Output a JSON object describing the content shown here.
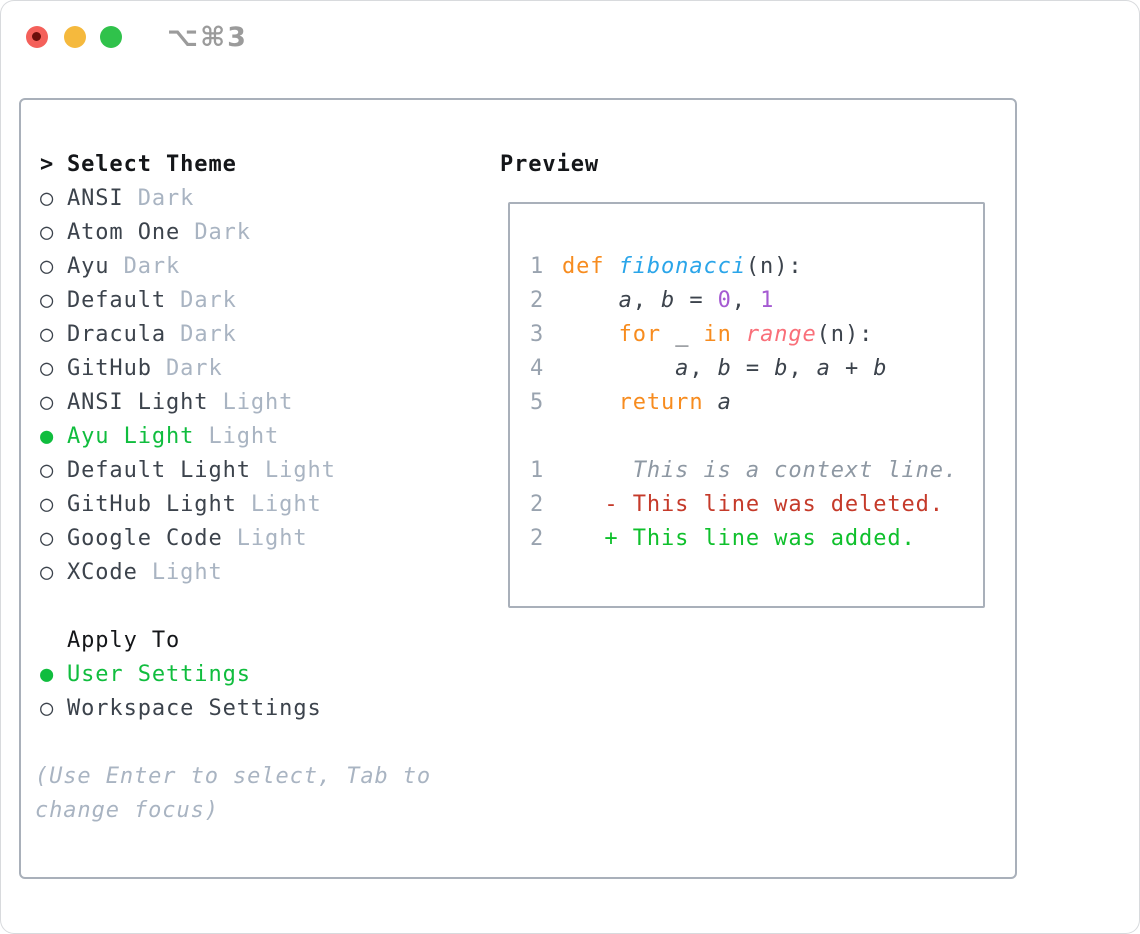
{
  "window": {
    "title": "⌥⌘3",
    "traffic_lights": [
      "close",
      "minimize",
      "maximize"
    ]
  },
  "colors": {
    "traffic_red": "#f4605a",
    "traffic_red_dot": "#6b0f0b",
    "traffic_yellow": "#f5b93d",
    "traffic_green": "#30c24b",
    "title_gray": "#9b9b9b",
    "border_gray": "#a9b0ba",
    "header_black": "#141619",
    "text_dark": "#3c434c",
    "suffix_gray": "#a9b4c2",
    "accent_green": "#10bd3e",
    "linenum_gray": "#99a3af",
    "ctx_gray": "#8e98a3",
    "del_red": "#c53a2a",
    "add_green": "#0fc02c",
    "kw_orange": "#f78c1f",
    "fn_blue": "#2aa5e9",
    "lit_purple": "#a55ad2",
    "call_coral": "#f96f79"
  },
  "sidebar": {
    "header": {
      "marker": ">",
      "label": "Select Theme"
    },
    "themes": [
      {
        "name": "ANSI",
        "variant": "Dark",
        "selected": false
      },
      {
        "name": "Atom One",
        "variant": "Dark",
        "selected": false
      },
      {
        "name": "Ayu",
        "variant": "Dark",
        "selected": false
      },
      {
        "name": "Default",
        "variant": "Dark",
        "selected": false
      },
      {
        "name": "Dracula",
        "variant": "Dark",
        "selected": false
      },
      {
        "name": "GitHub",
        "variant": "Dark",
        "selected": false
      },
      {
        "name": "ANSI Light",
        "variant": "Light",
        "selected": false
      },
      {
        "name": "Ayu Light",
        "variant": "Light",
        "selected": true
      },
      {
        "name": "Default Light",
        "variant": "Light",
        "selected": false
      },
      {
        "name": "GitHub Light",
        "variant": "Light",
        "selected": false
      },
      {
        "name": "Google Code",
        "variant": "Light",
        "selected": false
      },
      {
        "name": "XCode",
        "variant": "Light",
        "selected": false
      }
    ],
    "markers": {
      "unselected": "○",
      "selected": "●"
    },
    "apply_to": {
      "label": "Apply To",
      "options": [
        {
          "name": "User Settings",
          "selected": true
        },
        {
          "name": "Workspace Settings",
          "selected": false
        }
      ]
    },
    "hint": "(Use Enter to select, Tab to\nchange focus)"
  },
  "preview": {
    "title": "Preview",
    "lines": [
      {
        "num": "1",
        "tokens": [
          [
            "def ",
            "kw"
          ],
          [
            "fibonacci",
            "fn"
          ],
          [
            "(n):",
            "pl"
          ]
        ]
      },
      {
        "num": "2",
        "tokens": [
          [
            "    ",
            "pl"
          ],
          [
            "a",
            "var"
          ],
          [
            ", ",
            "pl"
          ],
          [
            "b",
            "var"
          ],
          [
            " = ",
            "pl"
          ],
          [
            "0",
            "lit"
          ],
          [
            ", ",
            "pl"
          ],
          [
            "1",
            "lit"
          ]
        ]
      },
      {
        "num": "3",
        "tokens": [
          [
            "    ",
            "pl"
          ],
          [
            "for ",
            "kw"
          ],
          [
            "_ ",
            "pl"
          ],
          [
            "in ",
            "kw"
          ],
          [
            "range",
            "call"
          ],
          [
            "(n):",
            "pl"
          ]
        ]
      },
      {
        "num": "4",
        "tokens": [
          [
            "        ",
            "pl"
          ],
          [
            "a",
            "var"
          ],
          [
            ", ",
            "pl"
          ],
          [
            "b",
            "var"
          ],
          [
            " = ",
            "pl"
          ],
          [
            "b",
            "var"
          ],
          [
            ", ",
            "pl"
          ],
          [
            "a",
            "var"
          ],
          [
            " + ",
            "pl"
          ],
          [
            "b",
            "var"
          ]
        ]
      },
      {
        "num": "5",
        "tokens": [
          [
            "    ",
            "pl"
          ],
          [
            "return ",
            "kw"
          ],
          [
            "a",
            "var"
          ]
        ]
      },
      {
        "num": "",
        "tokens": []
      },
      {
        "num": "1",
        "tokens": [
          [
            "     This is a context line.",
            "ctx"
          ]
        ]
      },
      {
        "num": "2",
        "tokens": [
          [
            "   - This line was deleted.",
            "del"
          ]
        ]
      },
      {
        "num": "2",
        "tokens": [
          [
            "   + This line was added.",
            "add"
          ]
        ]
      }
    ]
  }
}
